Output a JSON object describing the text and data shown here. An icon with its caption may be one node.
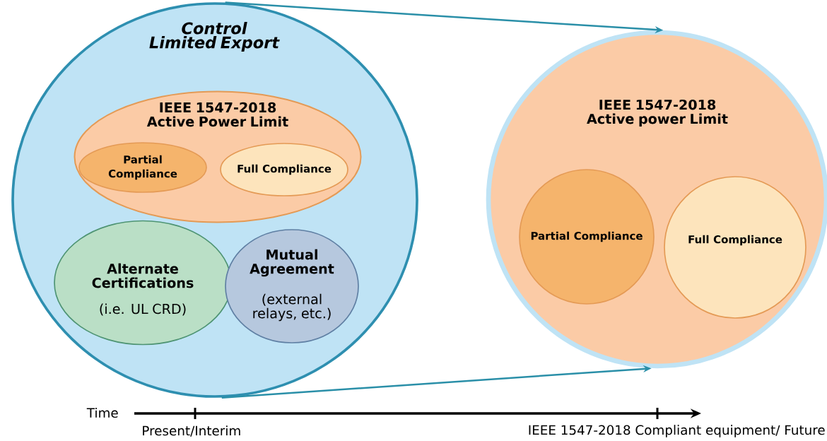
{
  "diagram": {
    "nodes": [
      {
        "text": [
          "Control Limited Export"
        ]
      },
      {
        "text": [
          "IEEE 1547-2018 Active Power Limit"
        ],
        "in": 0
      },
      {
        "text": [
          "Partial Compliance"
        ],
        "in": 1
      },
      {
        "text": [
          "Full Compliance"
        ],
        "in": 1
      },
      {
        "text": [
          "Alternate Certifications",
          "(i.e. UL CRD)"
        ],
        "in": 0
      },
      {
        "text": [
          "Mutual Agreement",
          "(external relays, etc.)"
        ],
        "in": 0
      },
      {
        "text": [
          "IEEE 1547-2018 Active power Limit"
        ]
      },
      {
        "text": [
          "Partial Compliance"
        ],
        "in": 6
      },
      {
        "text": [
          "Full Compliance"
        ],
        "in": 6
      }
    ],
    "edges": [
      {
        "from": 0,
        "to": 6,
        "arrow": "to"
      },
      {
        "from": 0,
        "to": 6,
        "arrow": "to"
      }
    ],
    "labels": [
      "Time",
      "Present/Interim",
      "IEEE 1547-2018 Compliant equipment/ Future"
    ]
  }
}
